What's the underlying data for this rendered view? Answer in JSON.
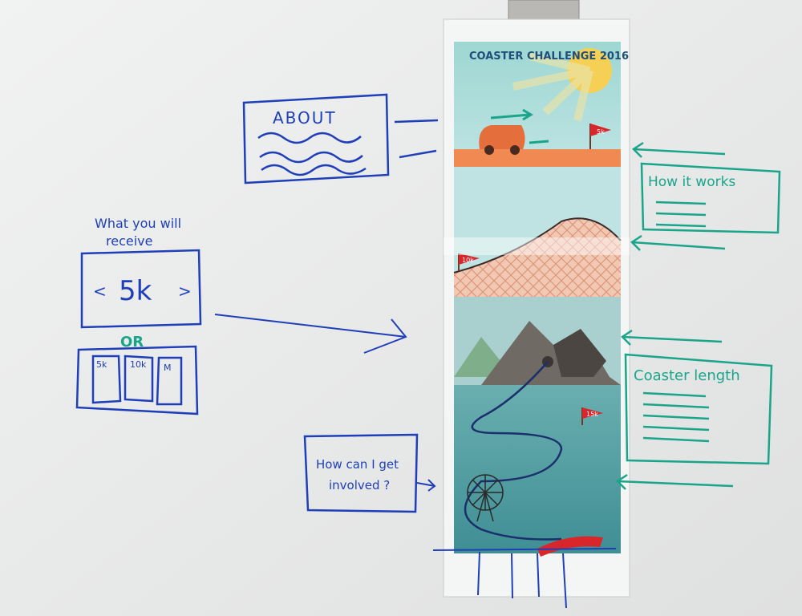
{
  "poster": {
    "title": "COASTER CHALLENGE 2016",
    "flag_5k": "5k",
    "flag_10k": "10k",
    "flag_15k": "15k"
  },
  "whiteboard": {
    "about_box": {
      "title": "ABOUT"
    },
    "receive_heading": {
      "line1": "What you will",
      "line2": "receive"
    },
    "carousel_box": {
      "left_arrow": "<",
      "value": "5k",
      "right_arrow": ">"
    },
    "or_label": "OR",
    "card_options": [
      "5k",
      "10k",
      "M"
    ],
    "how_it_works_box": {
      "title": "How it works"
    },
    "coaster_length_box": {
      "title": "Coaster length"
    },
    "involved_box": {
      "line1": "How can I get",
      "line2": "involved ?"
    }
  },
  "colors": {
    "whiteboard": "#e9eaea",
    "marker_blue": "#1f3fb8",
    "marker_green": "#1aa58a",
    "poster_sky": "#8fd1d3",
    "poster_ground": "#f08a52",
    "poster_mountain": "#6f6a63",
    "poster_water": "#4e9c9f",
    "coaster_red": "#d9262b"
  }
}
